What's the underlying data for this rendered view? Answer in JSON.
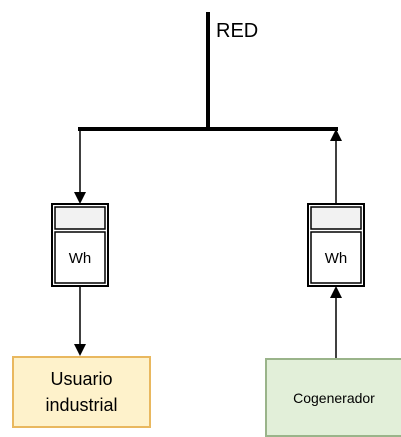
{
  "grid_label": "RED",
  "meter_left": {
    "label": "Wh"
  },
  "meter_right": {
    "label": "Wh"
  },
  "consumer": {
    "line1": "Usuario",
    "line2": "industrial"
  },
  "generator": {
    "label": "Cogenerador"
  },
  "colors": {
    "line": "#000000",
    "consumer_fill": "#fef2cb",
    "consumer_border": "#e9b85f",
    "generator_fill": "#e2efd9",
    "generator_border": "#9ab48a",
    "meter_top_fill": "#f2f2f2",
    "meter_fill": "#ffffff"
  },
  "icons": [
    "arrow-down-icon",
    "arrow-up-icon"
  ]
}
